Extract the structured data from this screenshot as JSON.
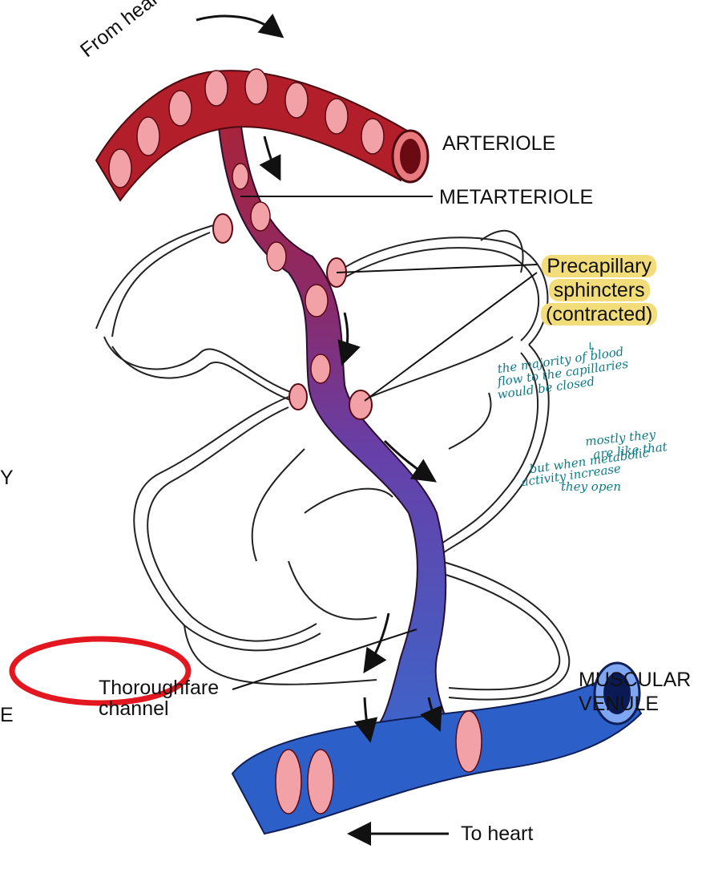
{
  "labels": {
    "from_heart": "From heart",
    "arteriole": "ARTERIOLE",
    "metarteriole": "METARTERIOLE",
    "precap_1": "Precapillary",
    "precap_2": "sphincters",
    "precap_3": "(contracted)",
    "thoroughfare_1": "Thoroughfare",
    "thoroughfare_2": "channel",
    "muscular_1": "MUSCULAR",
    "muscular_2": "VENULE",
    "to_heart": "To heart",
    "edge_y": "Y",
    "edge_e": "E"
  },
  "handwritten": {
    "note1_arrow": "↳",
    "note1_line1": "the majority of blood",
    "note1_line2": "flow to the capillaries",
    "note1_line3": "would be closed",
    "note2_line1": "mostly they",
    "note2_line2": "are like that",
    "note2_line3": "but when metabolic",
    "note2_line4": "activity increase",
    "note2_line5": "they open"
  },
  "colors": {
    "arteriole_red": "#b21f2a",
    "arteriole_dark": "#7f0f18",
    "muscle_pink": "#f2a2a6",
    "channel_purple": "#5a3fa0",
    "venule_blue": "#2d5fc9",
    "venule_dark": "#1c3a8c",
    "capillary_outline": "#222222",
    "highlight_yellow": "#f3dc7a",
    "annotation_red": "#e3171f",
    "pen_teal": "#0f7a86"
  }
}
